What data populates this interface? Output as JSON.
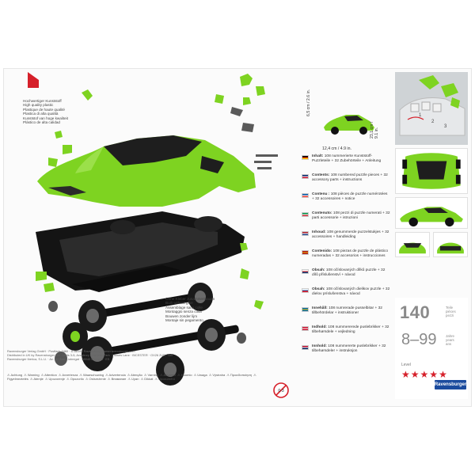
{
  "notes": {
    "left": "Hochwertiger Kunststoff\nHigh quality plastic\nPlastique de haute qualité\nPlastica di alta qualità\nKunststof van hoge kwaliteit\nPlástico de alta calidad",
    "bottom": "Ohne Kleber zusammenbauen\nBuilt without glue\nAssemblage sans colle\nMontaggio senza colla\nBouwen zonder lijm\nMontaje sin pegamento"
  },
  "fine_print": "Ravensburger Verlag GmbH · Postfach 2460 · D-88194 Ravensburg · www.ravensburger.com\nDistributed in UK by Ravensburger Ltd · Units 3-5, Avonbury Business Park · Howes Lane · BICESTER · OX26 2UB · GB\nRavensburger Iberica, S.L.U. · Av. del Baix Llobregat · 08940 Cornellà · ES",
  "warnings": [
    "Achtung",
    "Warning",
    "Attention",
    "Avvertenza",
    "Waarschuwing",
    "Advertencia",
    "Atenção",
    "Varning",
    "Advarsel",
    "Huomio",
    "Uwaga",
    "Výstraha",
    "Προειδοποίηση",
    "Figyelmeztetés",
    "Atenţie",
    "Upozorenje",
    "Opozorilo",
    "Ostrzeżenie",
    "Внимание",
    "Uyarı",
    "Dikkat",
    "Upozornění"
  ],
  "dimensions": {
    "height": "6,5 cm / 2.6 in.",
    "width": "12,4 cm / 4.9 in.",
    "depth": "23,1 cm / 9.1 in."
  },
  "languages": [
    {
      "code": "de",
      "label": "Inhalt:",
      "text": "108 nummerierte Kunststoff-Puzzleteile + 32 Zubehörteile + Anleitung"
    },
    {
      "code": "gb",
      "label": "Contents:",
      "text": "108 numbered puzzle pieces + 32 accessory parts + instructions"
    },
    {
      "code": "fr",
      "label": "Contenu :",
      "text": "108 pièces de puzzle numérotées + 32 accessoires + notice"
    },
    {
      "code": "it",
      "label": "Contenuto:",
      "text": "108 pezzi di puzzle numerati + 32 parti accessorie + istruzioni"
    },
    {
      "code": "nl",
      "label": "Inhoud:",
      "text": "108 genummerde puzzelstukjes + 32 accessoires + handleiding"
    },
    {
      "code": "es",
      "label": "Contenido:",
      "text": "108 piezas de puzzle de plástico numeradas + 32 accesorios + instrucciones"
    },
    {
      "code": "cz",
      "label": "Obsah:",
      "text": "108 očíslovaných dílků puzzle + 32 dílů příslušenství + návod"
    },
    {
      "code": "sk",
      "label": "Obsah:",
      "text": "108 očíslovaných dielikov puzzle + 32 dielov príslušenstva + návod"
    },
    {
      "code": "se",
      "label": "Innehåll:",
      "text": "108 numrerade pusselbitar + 32 tillbehördelar + instruktioner"
    },
    {
      "code": "dk",
      "label": "Indhold:",
      "text": "108 nummererede puslebrikker + 32 tilbehørsdele + vejledning"
    },
    {
      "code": "no",
      "label": "Innhold:",
      "text": "108 nummererte puslebrikker + 32 tilbehørsdeler + instruksjon"
    }
  ],
  "product": {
    "piece_count": "140",
    "piece_label": "Teile\npièces\npezzi",
    "age_range": "8–99",
    "age_label": "Jahre\nyears\nans",
    "level_label": "Level",
    "level_value": 5,
    "level_max": 5,
    "brand": "Ravensburger"
  },
  "colors": {
    "car_green": "#7ed321",
    "accent_red": "#d6202a",
    "brand_blue": "#1b4b9e"
  }
}
